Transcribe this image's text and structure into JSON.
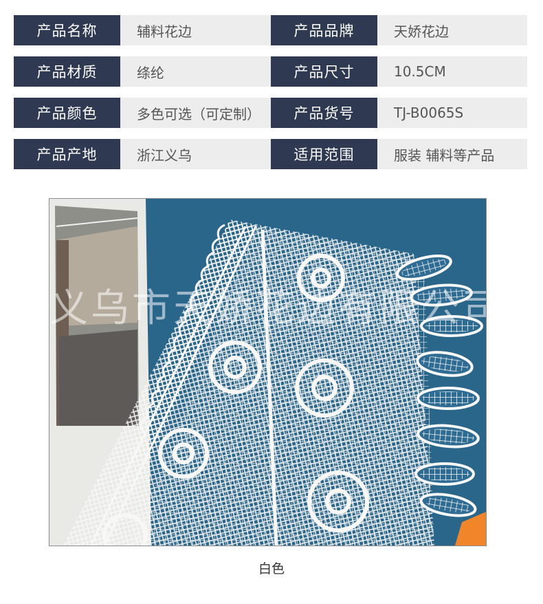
{
  "specs": [
    {
      "label1": "产品名称",
      "value1": "辅料花边",
      "label2": "产品品牌",
      "value2": "天娇花边"
    },
    {
      "label1": "产品材质",
      "value1": "绦纶",
      "label2": "产品尺寸",
      "value2": "10.5CM"
    },
    {
      "label1": "产品颜色",
      "value1": "多色可选（可定制）",
      "label2": "产品货号",
      "value2": "TJ-B0065S"
    },
    {
      "label1": "产品产地",
      "value1": "浙江义乌",
      "label2": "适用范围",
      "value2": "服装 辅料等产品"
    }
  ],
  "photo": {
    "watermark": "义乌市天娇花边有限公司"
  },
  "caption": "白色",
  "colors": {
    "label_bg": "#2f3a52",
    "value_bg": "#ededed",
    "photo_bg": "#2f6c93",
    "lace": "#f7f7f5"
  }
}
